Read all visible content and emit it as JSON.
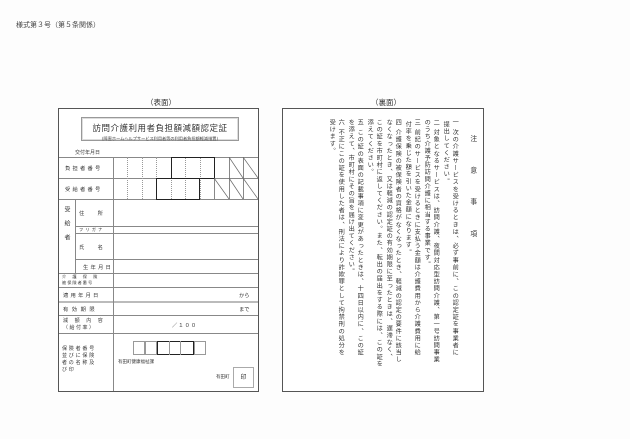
{
  "header": {
    "form_number": "様式第３号（第５条関係）"
  },
  "front": {
    "face_label": "（表面）",
    "title": "訪問介護利用者負担額減額認定証",
    "subtitle": "(障害ホームヘルプサービス利用者等の利用者負担額軽減措置)",
    "issue_date_label": "交付年月日",
    "rows": {
      "burden_number": "負担者番号",
      "recipient_number": "受給者番号",
      "recipient_group": "受給者",
      "address": "住　所",
      "furigana": "フリガナ",
      "name": "氏　名",
      "birth_date": "生年月日",
      "insured_number_line1": "介　護　保　険",
      "insured_number_line2": "被保険者番号",
      "apply_date": "適用年月日",
      "apply_date_suffix": "から",
      "valid_until": "有効期限",
      "valid_until_suffix": "まで",
      "reduction_line1": "減　額　内　容",
      "reduction_line2": "（給付率）",
      "reduction_value": "／１００",
      "insurer_line1": "保険者番号",
      "insurer_line2": "並びに保険",
      "insurer_line3": "者の名称及",
      "insurer_line4": "び印",
      "insurer_department": "有田町健康福祉課",
      "insurer_town": "有田町",
      "seal": "印"
    }
  },
  "back": {
    "face_label": "（裏面）",
    "heading": "注　意　事　項",
    "items": [
      {
        "num": "一",
        "lines": [
          "次の介護サービスを受けるときは、必ず事前に、この認定証を事業者に",
          "提出してください。"
        ]
      },
      {
        "num": "二",
        "lines": [
          "対象となるサービスは、訪問介護、夜間対応型訪問介護、第一号訪問事業",
          "のうち介護予防訪問介護に相当する事業です。"
        ]
      },
      {
        "num": "三",
        "lines": [
          "前記のサービスを受けるときに支払う金額は介護費用から介護費用に給",
          "付率を乗じた額を引いた金額になります。"
        ]
      },
      {
        "num": "四",
        "lines": [
          "介護保険の被保険者の資格がなくなったとき、軽減の認定の要件に該当し",
          "なくなったとき、又は軽減の認定証の有効期限に至ったときは、遅滞なく、",
          "この証を市町村に返してください。また、転出の届出をする際には、この証を",
          "添えてください。"
        ]
      },
      {
        "num": "五",
        "lines": [
          "この証の表面の記載事項に変更があったときは、十四日以内に、この証",
          "を添えて、市町村にその旨を届け出てください。"
        ]
      },
      {
        "num": "六",
        "lines": [
          "不正にこの証を使用した者は、刑法により詐欺罪として拘禁刑の処分を",
          "受けます。"
        ]
      }
    ]
  }
}
